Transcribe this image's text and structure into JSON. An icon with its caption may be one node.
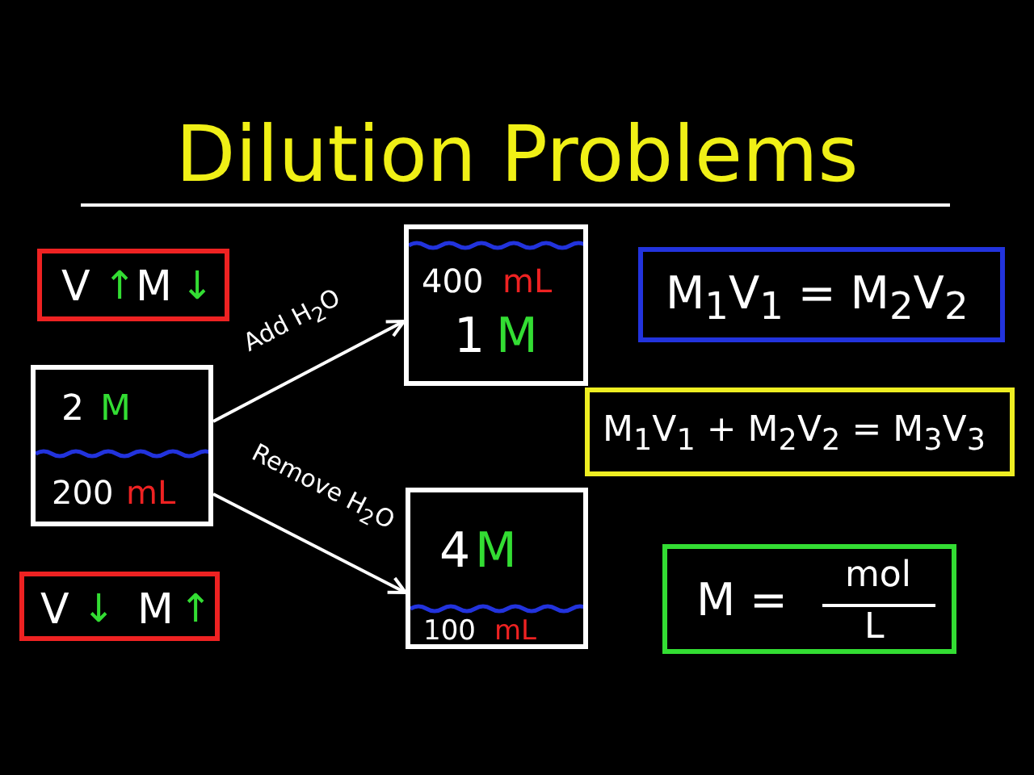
{
  "diagram": {
    "title": "Dilution Problems",
    "nodes": [
      {
        "text": [
          "V",
          "↑",
          "M",
          "↓"
        ]
      },
      {
        "text": [
          "2",
          "M",
          "200",
          "mL"
        ]
      },
      {
        "text": [
          "400",
          "mL",
          "1",
          "M"
        ]
      },
      {
        "text": [
          "4",
          "M",
          "100",
          "mL"
        ]
      },
      {
        "text": [
          "V",
          "↓",
          "M",
          "↑"
        ]
      },
      {
        "text": [
          "M$_{1}$V$_{1}$ = M$_{2}$V$_{2}$"
        ]
      },
      {
        "text": [
          "M$_{1}$V$_{1}$ + M$_{2}$V$_{2}$ = M$_{3}$V$_{3}$"
        ]
      },
      {
        "text": [
          "M =",
          "mol",
          "L"
        ]
      }
    ],
    "edges": [
      {
        "from": 1,
        "to": 2,
        "arrow": "to",
        "label": "Add H$_{2}$O"
      },
      {
        "from": 1,
        "to": 3,
        "arrow": "to",
        "label": "Remove H$_{2}$O"
      }
    ]
  }
}
